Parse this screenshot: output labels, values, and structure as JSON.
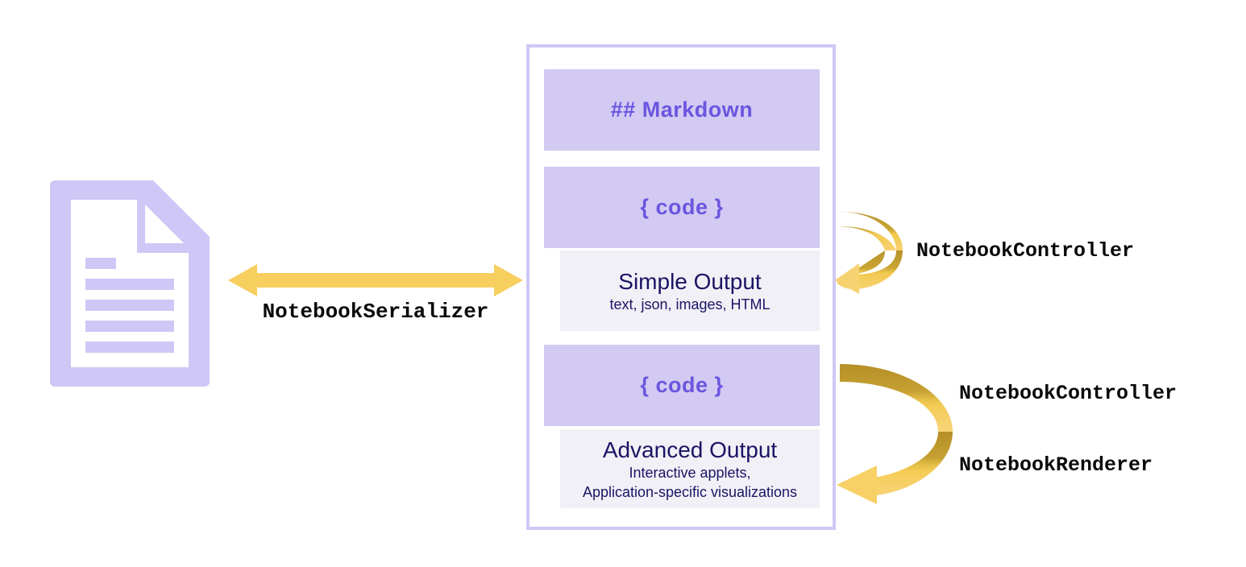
{
  "diagram": {
    "title": "Notebook architecture diagram",
    "colors": {
      "cell_fill": "#d2caf2",
      "cell_text": "#6d55e0",
      "output_fill": "#f1f0f6",
      "output_text": "#1b1464",
      "container_border": "#cfc7f5",
      "doc_icon": "#cfc7f5",
      "arrow_yellow": "#f7cf5e",
      "arrow_gold_dark": "#bf9a2a",
      "label_text": "#0a0a0a",
      "background": "#ffffff"
    }
  },
  "document_icon": {
    "name": "notebook-file-icon",
    "line_count": 5
  },
  "serializer": {
    "label": "NotebookSerializer",
    "arrow": "double-headed-horizontal-arrow"
  },
  "notebook": {
    "cells": [
      {
        "type": "markdown",
        "label": "## Markdown"
      },
      {
        "type": "code",
        "label": "{ code }"
      },
      {
        "type": "output",
        "title": "Simple Output",
        "subtitle": "text, json, images, HTML"
      },
      {
        "type": "code",
        "label": "{ code }"
      },
      {
        "type": "output",
        "title": "Advanced Output",
        "subtitle_line1": "Interactive applets,",
        "subtitle_line2": "Application-specific visualizations"
      }
    ]
  },
  "right_annotations": {
    "top": {
      "label": "NotebookController",
      "arrow": "curved-arrow-left"
    },
    "bottom": {
      "label_controller": "NotebookController",
      "label_renderer": "NotebookRenderer",
      "arrow": "curved-arrow-left-large"
    }
  }
}
